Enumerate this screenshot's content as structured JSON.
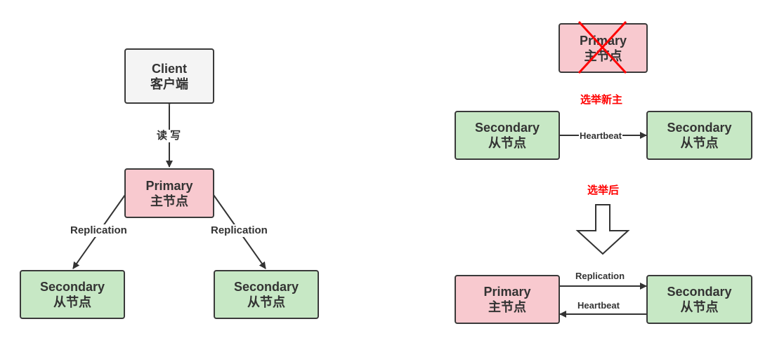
{
  "left": {
    "client": {
      "title": "Client",
      "subtitle": "客户端"
    },
    "rw_label": "读 写",
    "primary": {
      "title": "Primary",
      "subtitle": "主节点"
    },
    "replication_left": "Replication",
    "replication_right": "Replication",
    "secondary_left": {
      "title": "Secondary",
      "subtitle": "从节点"
    },
    "secondary_right": {
      "title": "Secondary",
      "subtitle": "从节点"
    }
  },
  "right": {
    "failed_primary": {
      "title": "Primary",
      "subtitle": "主节点"
    },
    "elect_label": "选举新主",
    "secondary_a": {
      "title": "Secondary",
      "subtitle": "从节点"
    },
    "heartbeat_top": "Heartbeat",
    "secondary_b": {
      "title": "Secondary",
      "subtitle": "从节点"
    },
    "after_label": "选举后",
    "new_primary": {
      "title": "Primary",
      "subtitle": "主节点"
    },
    "replication": "Replication",
    "heartbeat_bottom": "Heartbeat",
    "secondary_c": {
      "title": "Secondary",
      "subtitle": "从节点"
    }
  },
  "colors": {
    "client_fill": "#f4f4f4",
    "primary_fill": "#f8c9cf",
    "secondary_fill": "#c7e8c5",
    "border": "#3a3a3a",
    "alert": "#ff0000"
  }
}
